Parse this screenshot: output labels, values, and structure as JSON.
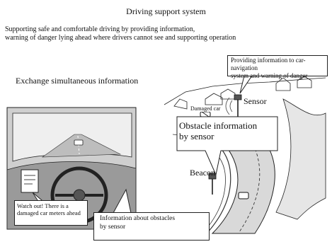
{
  "title": "Driving support system",
  "subtitle_line1": "Supporting safe and comfortable driving by providing information,",
  "subtitle_line2": "warning of danger  lying ahead where drivers cannot see and supporting operation",
  "exchange_heading": "Exchange simultaneous information",
  "callout_info_line1": "Providing information to car-navigation",
  "callout_info_line2": "system and warning of danger",
  "sensor_label": "Sensor",
  "damaged_car_label": "Damaged car",
  "obstacle_line1": "Obstacle information",
  "obstacle_line2": "by sensor",
  "beacon_label": "Beacon",
  "watch_out_text": "Watch out! There is a damaged car meters ahead",
  "info_obstacles_line1": "Information about obstacles",
  "info_obstacles_line2": "by sensor"
}
